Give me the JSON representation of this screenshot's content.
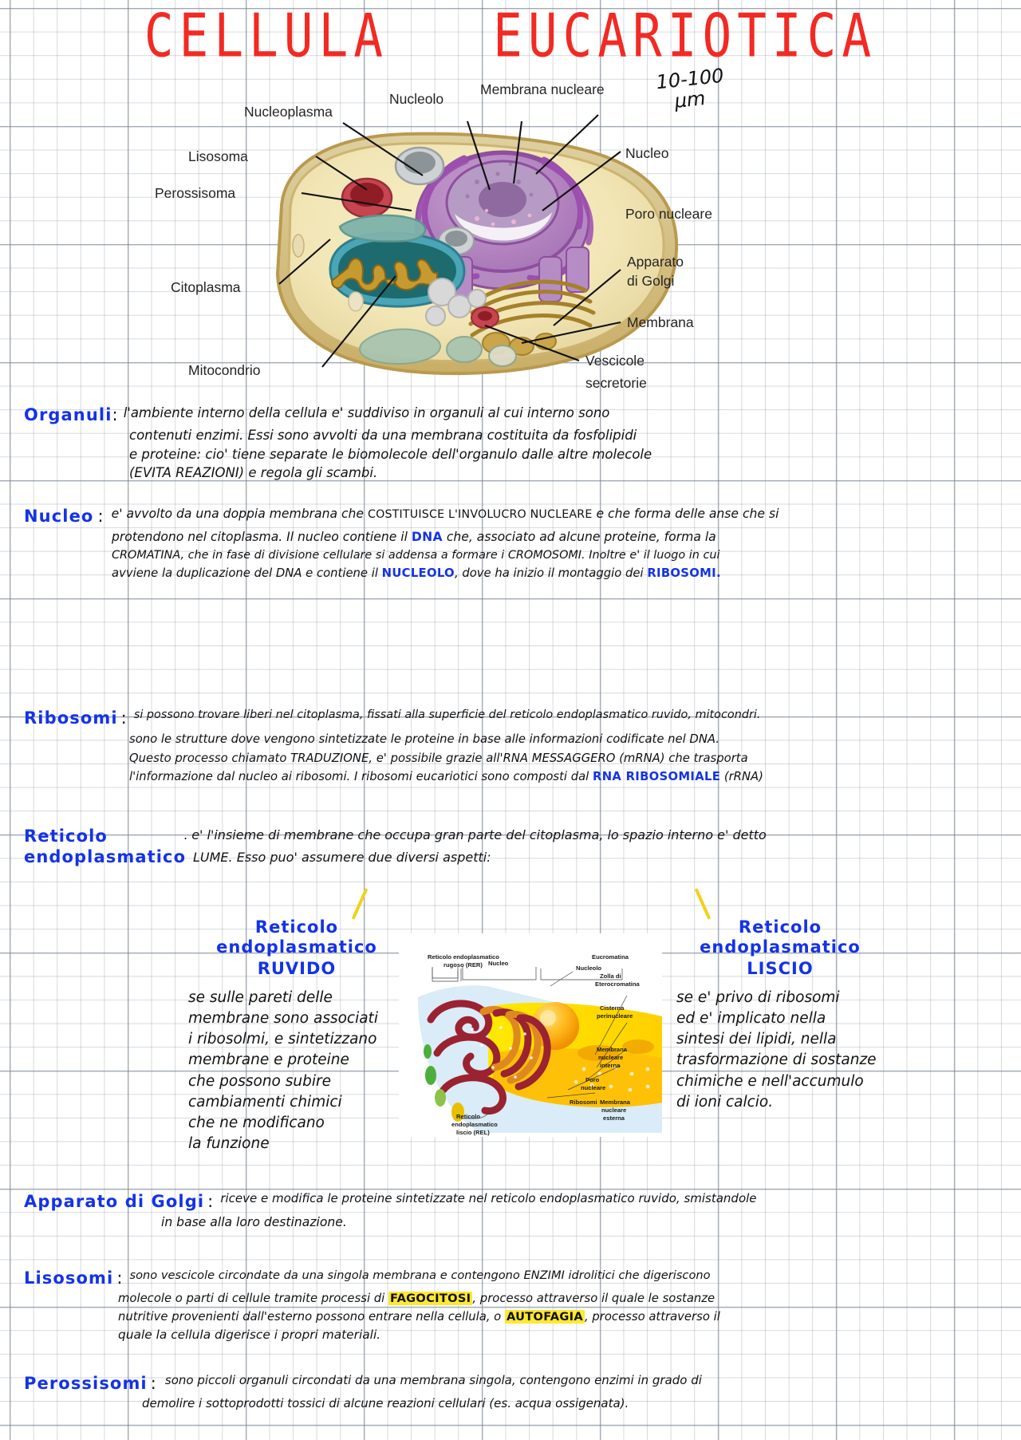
{
  "title": "CELLULA   EUCARIOTICA",
  "title_color": "#f22a23",
  "heading_color": "#1433e6",
  "highlight_color": "#ffe833",
  "cell_diagram": {
    "scale_note_line1": "10-100",
    "scale_note_line2": "µm",
    "labels": {
      "nucleoplasma": "Nucleoplasma",
      "nucleolo": "Nucleolo",
      "membrana_nucleare": "Membrana nucleare",
      "nucleo": "Nucleo",
      "poro_nucleare": "Poro nucleare",
      "lisosoma": "Lisosoma",
      "perossisoma": "Perossisoma",
      "citoplasma": "Citoplasma",
      "mitocondrio": "Mitocondrio",
      "apparato_golgi_l1": "Apparato",
      "apparato_golgi_l2": "di Golgi",
      "membrana": "Membrana",
      "vescicole_l1": "Vescicole",
      "vescicole_l2": "secretorie"
    }
  },
  "sections": {
    "organuli": {
      "heading": "Organuli",
      "colon": ":",
      "lines": [
        "l'ambiente interno della cellula e' suddiviso in organuli al cui interno sono",
        "contenuti enzimi. Essi sono avvolti da una membrana costituita da fosfolipidi",
        "e proteine: cio' tiene separate le biomolecole dell'organulo dalle altre molecole",
        "(EVITA REAZIONI) e regola gli scambi."
      ]
    },
    "nucleo": {
      "heading": "Nucleo",
      "colon": ":",
      "line1_a": "e' avvolto da una doppia membrana che ",
      "line1_caps": "COSTITUISCE L'INVOLUCRO NUCLEARE",
      "line1_b": " e che forma delle anse che si",
      "line2_a": "protendono nel citoplasma. Il nucleo contiene il ",
      "line2_kw": "DNA",
      "line2_b": " che, associato ad alcune proteine, forma la",
      "line3": "CROMATINA, che in fase di divisione cellulare si addensa a formare i CROMOSOMI. Inoltre e' il luogo in cui",
      "line4_a": "avviene la duplicazione del DNA e contiene il ",
      "line4_kw": "NUCLEOLO",
      "line4_b": ", dove ha inizio il montaggio dei ",
      "line4_kw2": "RIBOSOMI."
    },
    "ribosomi": {
      "heading": "Ribosomi",
      "colon": ":",
      "line1": "si possono trovare liberi nel citoplasma, fissati alla superficie del reticolo endoplasmatico ruvido, mitocondri.",
      "line2": "sono le strutture dove vengono sintetizzate le proteine in base alle informazioni codificate nel DNA.",
      "line3": "Questo processo chiamato TRADUZIONE, e' possibile grazie all'RNA MESSAGGERO (mRNA) che trasporta",
      "line4_a": "l'informazione dal nucleo ai ribosomi. I ribosomi eucariotici sono composti dal ",
      "line4_kw": "RNA  RIBOSOMIALE",
      "line4_b": " (rRNA)"
    },
    "reticolo": {
      "heading_l1": "Reticolo",
      "heading_l2": "endoplasmatico",
      "colon": ".",
      "line1": "e' l'insieme di membrane che occupa gran parte del citoplasma, lo spazio interno e' detto",
      "line2": "LUME. Esso puo' assumere due diversi aspetti:"
    },
    "rer": {
      "heading_l1": "Reticolo  endoplasmatico",
      "heading_l2": "RUVIDO",
      "lines": [
        "se sulle pareti delle",
        "membrane sono associati",
        "i ribosolmi, e sintetizzano",
        "membrane e proteine",
        "che possono subire",
        "cambiamenti chimici",
        "che ne modificano",
        "la funzione"
      ]
    },
    "rel": {
      "heading_l1": "Reticolo endoplasmatico",
      "heading_l2": "LISCIO",
      "lines": [
        "se e' privo di ribosomi",
        "ed e' implicato nella",
        "sintesi dei lipidi, nella",
        "trasformazione di sostanze",
        "chimiche e nell'accumulo",
        "di ioni calcio."
      ]
    },
    "golgi": {
      "heading": "Apparato di Golgi",
      "colon": ":",
      "line1": "riceve e modifica le proteine sintetizzate nel reticolo endoplasmatico ruvido, smistandole",
      "line2": "in base alla loro destinazione."
    },
    "lisosomi": {
      "heading": "Lisosomi",
      "colon": ":",
      "line1": "sono vescicole circondate da una singola membrana e contengono ENZIMI idrolitici che digeriscono",
      "line2_a": "molecole o parti di cellule tramite processi di ",
      "line2_hl": "FAGOCITOSI",
      "line2_b": ", processo attraverso il quale le sostanze",
      "line3_a": "nutritive provenienti dall'esterno possono entrare nella cellula, o ",
      "line3_hl": "AUTOFAGIA",
      "line3_b": ", processo attraverso il",
      "line4": "quale la cellula digerisce i propri materiali."
    },
    "perossisomi": {
      "heading": "Perossisomi",
      "colon": ":",
      "line1": "sono piccoli organuli circondati da una membrana singola, contengono enzimi in grado di",
      "line2": "demolire i sottoprodotti tossici di alcune reazioni cellulari (es. acqua ossigenata)."
    }
  },
  "re_figure": {
    "labels": {
      "rer_l1": "Reticolo endoplasmatico",
      "rer_l2": "rugoso (RER)",
      "nucleo": "Nucleo",
      "nucleolo": "Nucleolo",
      "eucromatina": "Eucromatina",
      "eterocromatina_l1": "Zolla di",
      "eterocromatina_l2": "Eterocromatina",
      "cisterna_l1": "Cisterna",
      "cisterna_l2": "perinucleare",
      "membrana_interna_l1": "Membrana",
      "membrana_interna_l2": "nucleare",
      "membrana_interna_l3": "interna",
      "poro_l1": "Poro",
      "poro_l2": "nucleare",
      "ribosomi": "Ribosomi",
      "membrana_esterna_l1": "Membrana",
      "membrana_esterna_l2": "nucleare",
      "membrana_esterna_l3": "esterna",
      "rel_l1": "Reticolo",
      "rel_l2": "endoplasmatico",
      "rel_l3": "liscio (REL)"
    }
  }
}
